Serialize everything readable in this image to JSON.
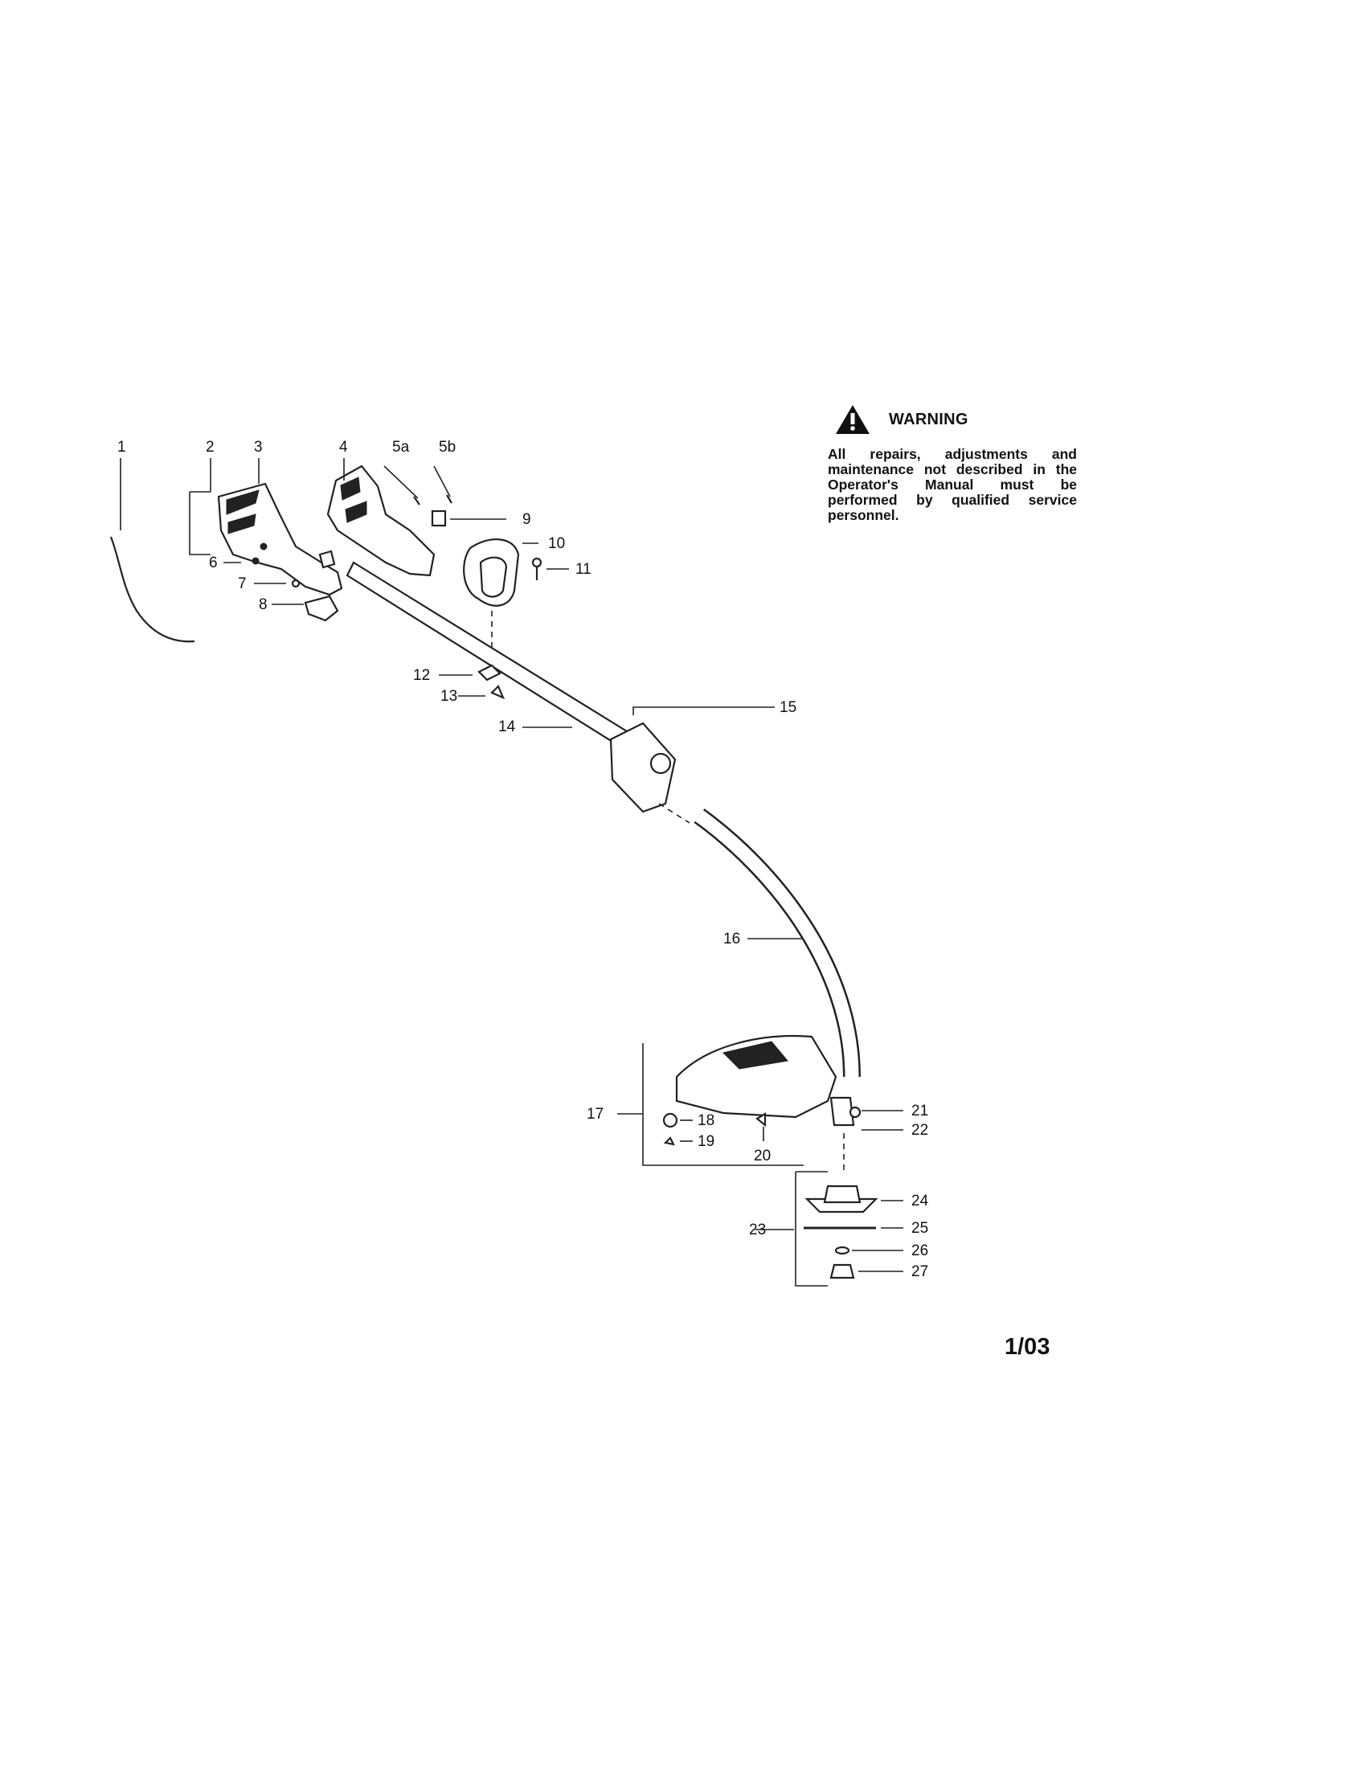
{
  "warning": {
    "title": "WARNING",
    "text": "All repairs, adjustments and maintenance not described in the Operator's Manual must be performed by qualified service personnel."
  },
  "page_code": "1/03",
  "callouts": {
    "p1": "1",
    "p2": "2",
    "p3": "3",
    "p4": "4",
    "p5a": "5a",
    "p5b": "5b",
    "p6": "6",
    "p7": "7",
    "p8": "8",
    "p9": "9",
    "p10": "10",
    "p11": "11",
    "p12": "12",
    "p13": "13",
    "p14": "14",
    "p15": "15",
    "p16": "16",
    "p17": "17",
    "p18": "18",
    "p19": "19",
    "p20": "20",
    "p21": "21",
    "p22": "22",
    "p23": "23",
    "p24": "24",
    "p25": "25",
    "p26": "26",
    "p27": "27"
  },
  "icons": {
    "warning": "warning-triangle-icon"
  }
}
